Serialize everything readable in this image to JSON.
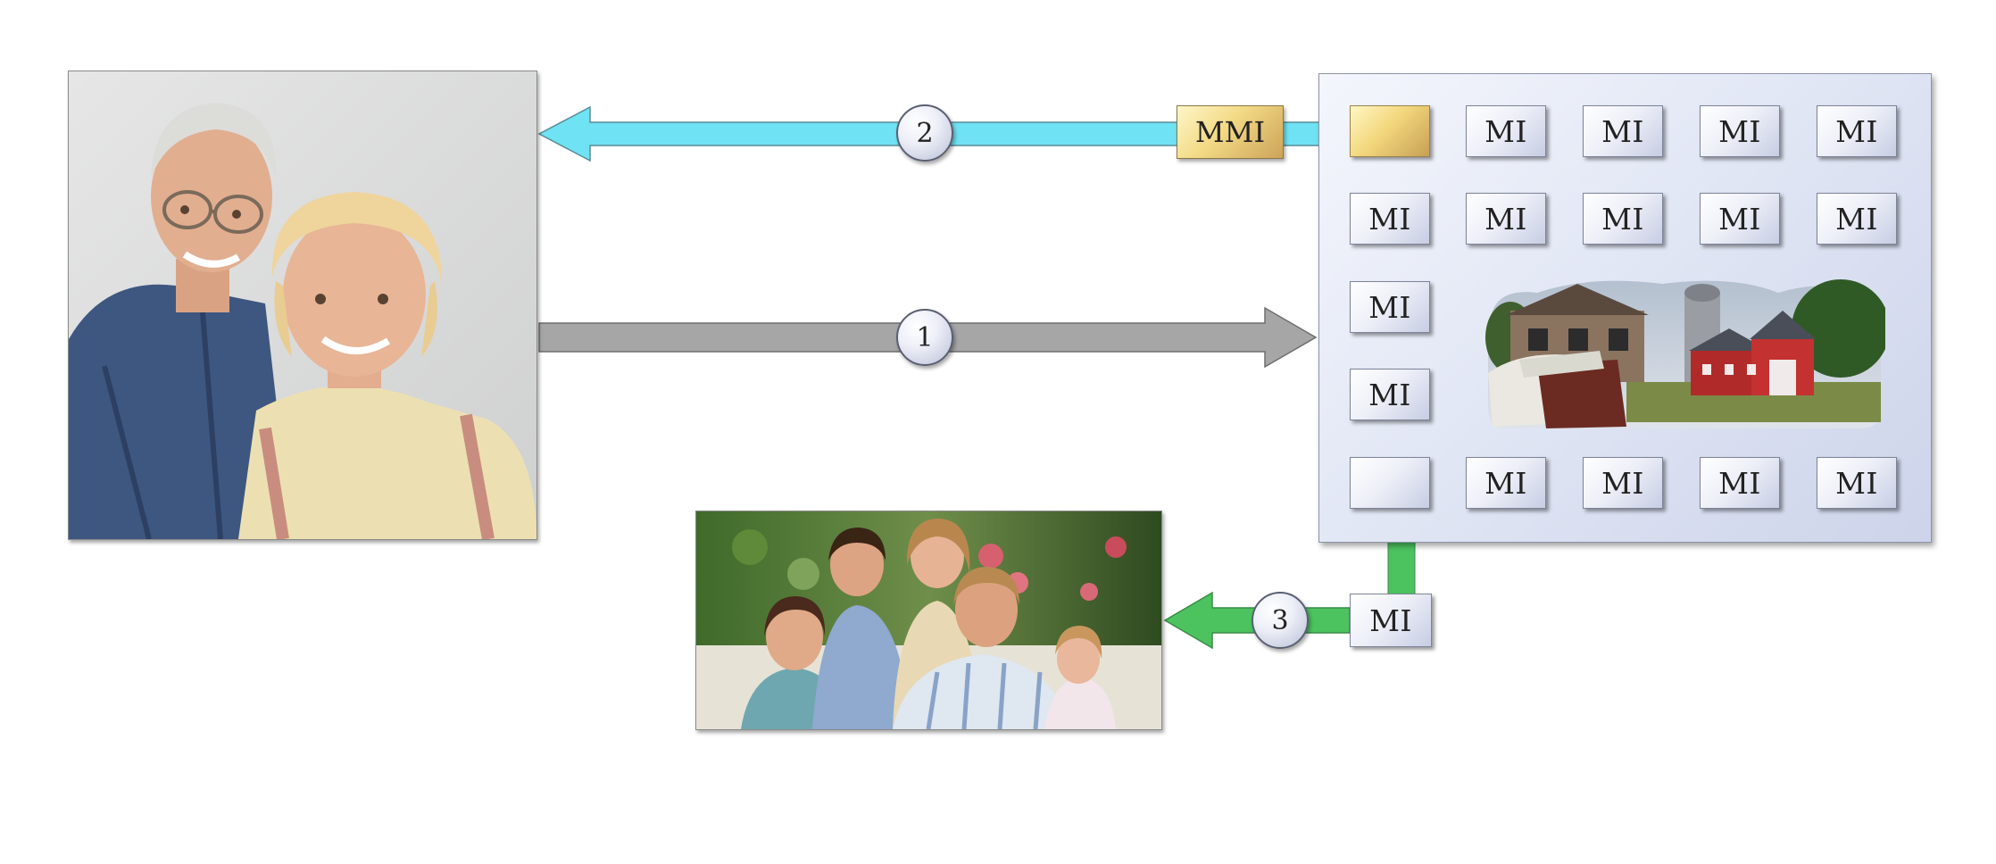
{
  "diagram": {
    "arrow_labels": [
      "1",
      "2",
      "3"
    ],
    "mmi_label": "MMI",
    "module_label": "MI",
    "grid": {
      "rows": [
        [
          "",
          "MI",
          "MI",
          "MI",
          "MI"
        ],
        [
          "MI",
          "MI",
          "MI",
          "MI",
          "MI"
        ],
        [
          "MI"
        ],
        [
          "MI"
        ],
        [
          "",
          "MI",
          "MI",
          "MI",
          "MI"
        ]
      ]
    },
    "output_module_label": "MI",
    "colors": {
      "arrow_1": "#a8a8a8",
      "arrow_2": "#6fe3f4",
      "arrow_3": "#4cc35f",
      "panel": "#dfe4f3",
      "gold_tile": "#f0d47c"
    },
    "icons": [
      "elderly-couple-photo",
      "family-photo",
      "house-and-barn-image"
    ]
  }
}
